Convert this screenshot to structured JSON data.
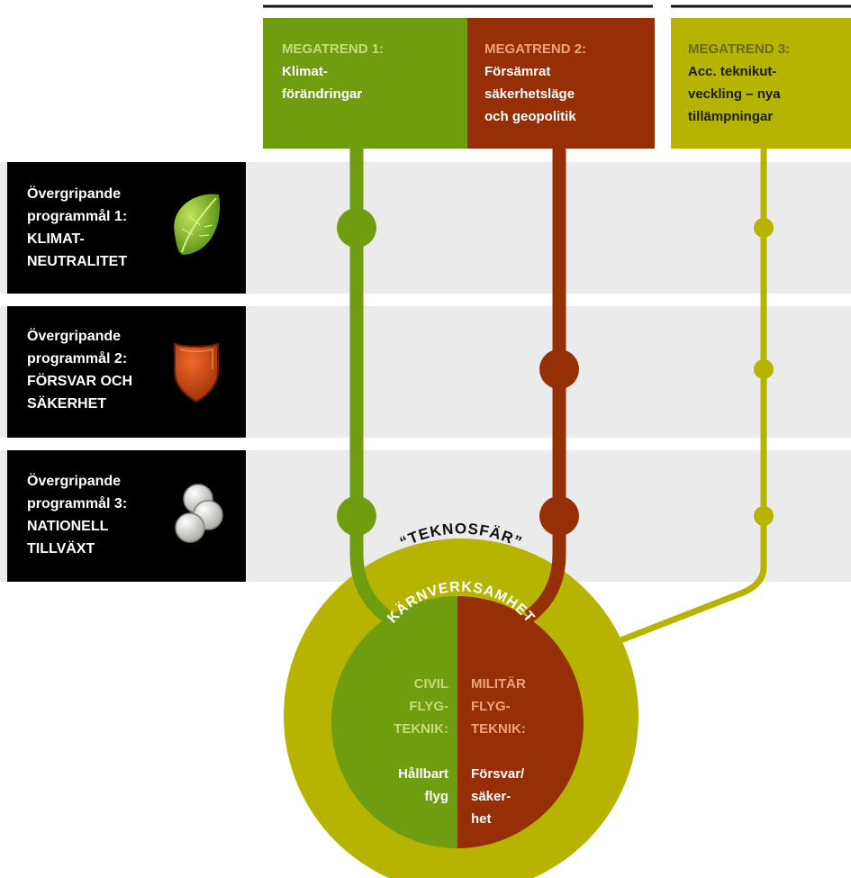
{
  "megatrends": [
    {
      "kicker": "MEGATREND 1:",
      "title": "Klimat-\nförändringar",
      "color": "#6e9d10",
      "kicker_color": "#c4dd7a",
      "text_color": "#ffffff"
    },
    {
      "kicker": "MEGATREND 2:",
      "title": "Försämrat\nsäkerhetsläge\noch geopolitik",
      "color": "#962f06",
      "kicker_color": "#f0a27d",
      "text_color": "#ffffff"
    },
    {
      "kicker": "MEGATREND 3:",
      "title": "Acc. teknikut-\nveckling – nya\ntillämpningar",
      "color": "#b6b401",
      "kicker_color": "#6a6a16",
      "text_color": "#1c1c0c"
    }
  ],
  "programs": [
    {
      "line1": "Övergripande",
      "line2": "programmål 1:",
      "line3": "KLIMAT-",
      "line4": "NEUTRALITET",
      "icon": "leaf-icon"
    },
    {
      "line1": "Övergripande",
      "line2": "programmål 2:",
      "line3": "FÖRSVAR OCH",
      "line4": "SÄKERHET",
      "icon": "shield-icon"
    },
    {
      "line1": "Övergripande",
      "line2": "programmål 3:",
      "line3": "NATIONELL",
      "line4": "TILLVÄXT",
      "icon": "coins-icon"
    }
  ],
  "sphere": {
    "label": "“TEKNOSFÄR”",
    "color": "#b6b401"
  },
  "core": {
    "label": "KÄRNVERKSAMHET",
    "civil": {
      "kicker": "CIVIL\nFLYG-\nTEKNIK:",
      "title": "Hållbart\nflyg",
      "color": "#6e9d10"
    },
    "military": {
      "kicker": "MILITÄR\nFLYG-\nTEKNIK:",
      "title": "Försvar/\nsäker-\nhet",
      "color": "#962f06"
    }
  }
}
